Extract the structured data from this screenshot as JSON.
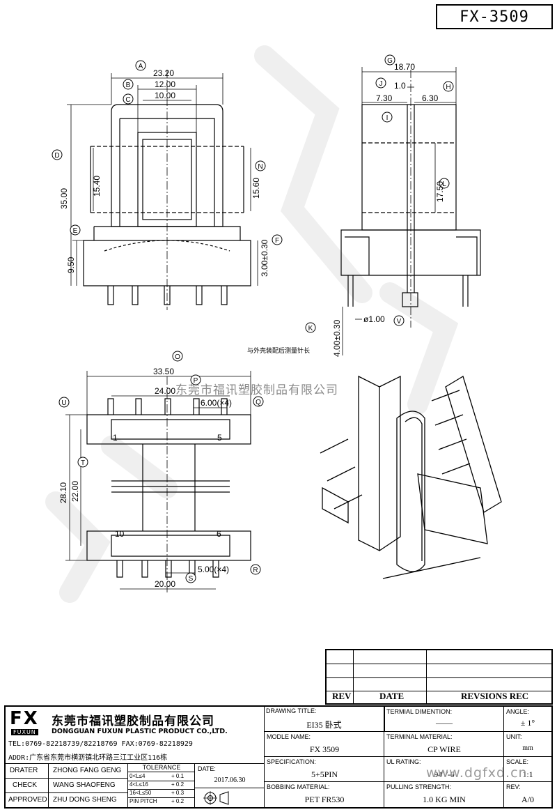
{
  "part_no": "FX-3509",
  "note": "与外壳装配后测量针长",
  "watermark": "东莞市福讯塑胶制品有限公司",
  "watermark_url": "www.dgfxd.cn",
  "dims": {
    "A": "23.20",
    "B": "12.00",
    "C": "10.00",
    "D": "35.00",
    "N1": "15.40",
    "N2": "15.60",
    "E": "9.50",
    "F": "3.00±0.30",
    "G": "18.70",
    "J": "1.0",
    "I": "7.30",
    "H": "6.30",
    "L": "17.50",
    "K": "4.00±0.30",
    "V": "ø1.00",
    "top": "33.50",
    "P": "24.00",
    "Q": "6.00(×4)",
    "U": "28.10",
    "T": "22.00",
    "S": "5.00(×4)",
    "bottom": "20.00",
    "pin1": "1",
    "pin5": "5",
    "pin10": "10",
    "pin6": "6"
  },
  "circle_labels": {
    "A": "A",
    "B": "B",
    "C": "C",
    "D": "D",
    "E": "E",
    "F": "F",
    "G": "G",
    "H": "H",
    "I": "I",
    "J": "J",
    "K": "K",
    "L": "L",
    "N": "N",
    "P": "P",
    "Q": "Q",
    "R": "R",
    "S": "S",
    "T": "T",
    "U": "U",
    "V": "V",
    "O": "O"
  },
  "rev_table": {
    "rev": "REV",
    "date": "DATE",
    "revisions": "REVSIONS REC"
  },
  "company": {
    "logo_letters": "FX",
    "logo_sub": "FUXUN",
    "name_cn": "东莞市福讯塑胶制品有限公司",
    "name_en": "DONGGUAN FUXUN PLASTIC PRODUCT CO.,LTD.",
    "tel": "TEL:0769-82218739/82218769 FAX:0769-82218929",
    "addr": "ADDR:广东省东莞市横沥镇北环路三江工业区116栋"
  },
  "people": {
    "drater_label": "DRATER",
    "drater": "ZHONG FANG GENG",
    "check_label": "CHECK",
    "check": "WANG SHAOFENG",
    "approved_label": "APPROVED",
    "approved": "ZHU DONG SHENG"
  },
  "tolerance": {
    "title": "TOLERANCE",
    "r1a": "0<L≤4",
    "r1b": "+ 0.1",
    "r2a": "4<L≤16",
    "r2b": "+ 0.2",
    "r3a": "16<L≤50",
    "r3b": "+ 0.3",
    "r4a": "PIN PITCH",
    "r4b": "+ 0.2"
  },
  "date_label": "DATE:",
  "date": "2017.06.30",
  "fields": {
    "drawing_title_label": "DRAWING TITLE:",
    "drawing_title": "EI35 卧式",
    "model_label": "MODLE NAME:",
    "model": "FX 3509",
    "spec_label": "SPECIFICATION:",
    "spec": "5+5PIN",
    "bobbin_label": "BOBBING MATERIAL:",
    "bobbin": "PET FR530",
    "term_dim_label": "TERMIAL DIMENTION:",
    "term_dim": "——",
    "term_mat_label": "TERMINAL MATERIAL:",
    "term_mat": "CP WIRE",
    "ul_label": "UL RATING:",
    "ul": "94V-0",
    "pull_label": "PULLING STRENGTH:",
    "pull": "1.0 KG MIN",
    "angle_label": "ANGLE:",
    "angle": "± 1°",
    "unit_label": "UNIT:",
    "unit": "mm",
    "scale_label": "SCALE:",
    "scale": "1:1",
    "rev_label": "REV:",
    "rev": "A/0"
  }
}
